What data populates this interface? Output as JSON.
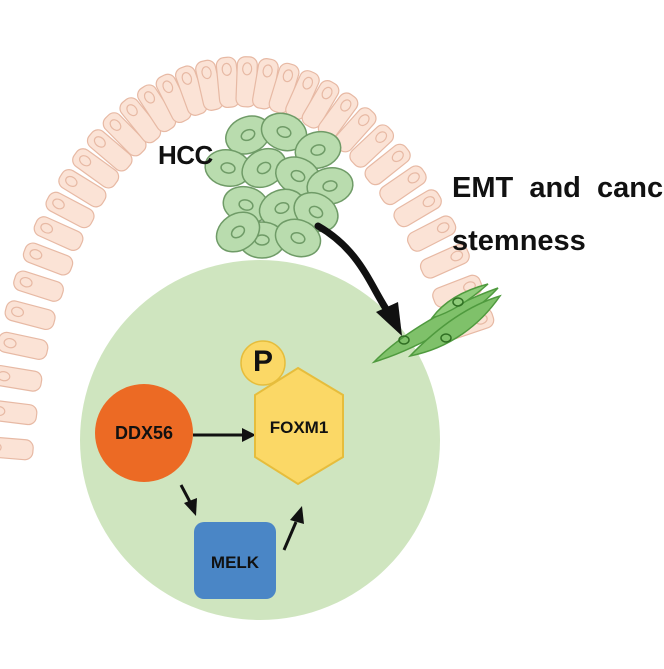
{
  "labels": {
    "hcc": "HCC",
    "emt_line1": "EMT  and  cancer",
    "emt_line2": "stemness",
    "phospho": "P",
    "ddx56": "DDX56",
    "foxm1": "FOXM1",
    "melk": "MELK"
  },
  "colors": {
    "epithelium_fill": "#fbe3d6",
    "epithelium_stroke": "#e7b9a4",
    "tumor_cell_fill": "#b9dcae",
    "tumor_cell_stroke": "#6f9b67",
    "mesenchymal_fill": "#7fc16a",
    "pathway_bg": "#cfe5bf",
    "ddx56": "#ec6a24",
    "foxm1": "#fbd866",
    "phospho": "#fbd866",
    "melk": "#4a86c6",
    "arrow": "#111111"
  }
}
